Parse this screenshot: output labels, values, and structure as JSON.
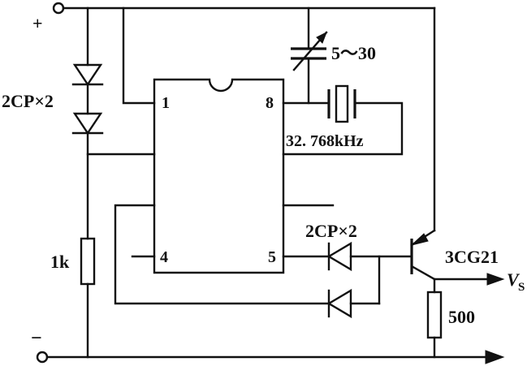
{
  "terminals": {
    "positive": "+",
    "negative": "−"
  },
  "components": {
    "zener_stack_label": "2CP×2",
    "resistor_left_label": "1k",
    "trimmer_cap_label": "5～30",
    "crystal_label": "32. 768kHz",
    "diode_pair_label": "2CP×2",
    "transistor_label": "3CG21",
    "resistor_right_label": "500"
  },
  "ic_pins": {
    "p1": "1",
    "p8": "8",
    "p4": "4",
    "p5": "5"
  },
  "output": {
    "symbol": "V",
    "subscript": "S"
  }
}
